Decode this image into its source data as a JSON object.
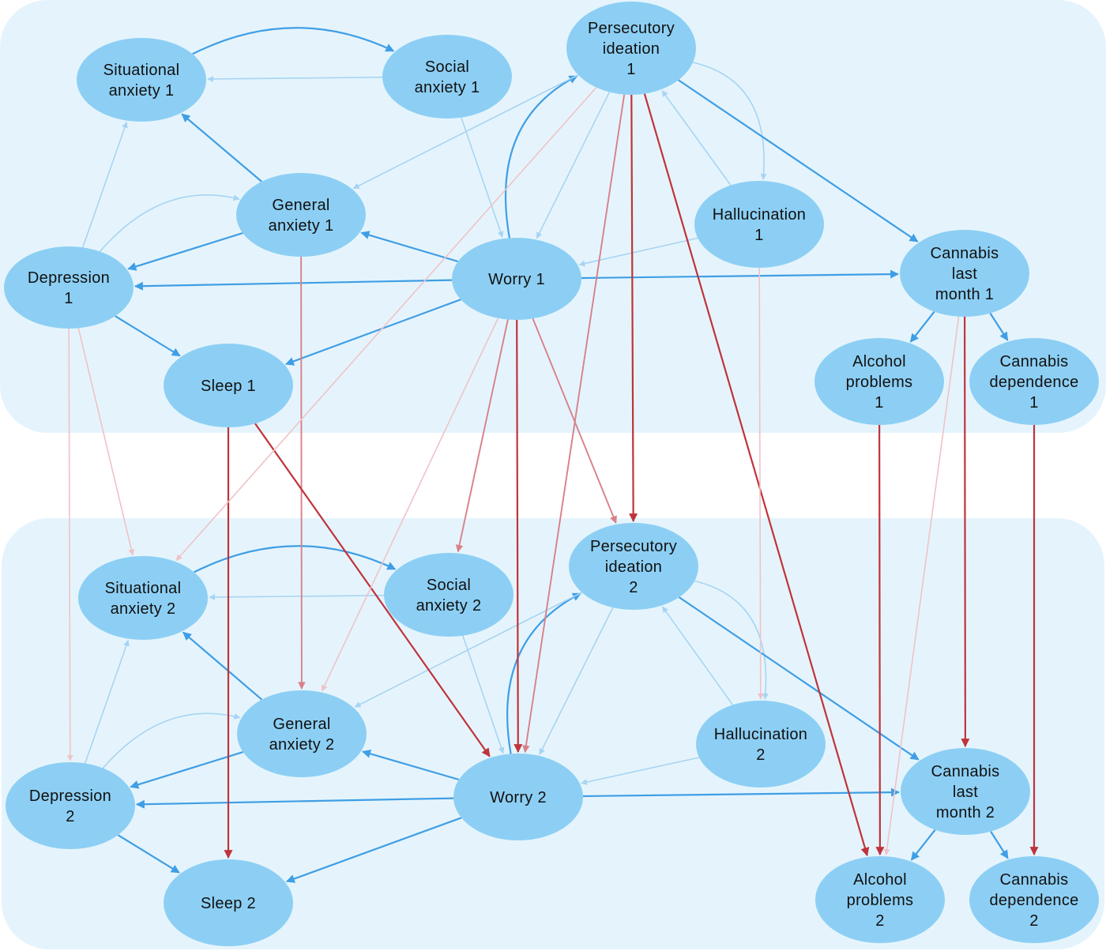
{
  "colors": {
    "panel": "#e5f4fc",
    "node": "#8dcff4",
    "text": "#111111",
    "edge_blue_strong": "#3f9ee5",
    "edge_blue_light": "#a8d4f3",
    "edge_red_strong": "#c0333a",
    "edge_red_medium": "#d98088",
    "edge_red_light": "#eec3c7"
  },
  "panels": [
    {
      "id": "time1"
    },
    {
      "id": "time2"
    }
  ],
  "nodes": [
    {
      "id": "sit1",
      "label": [
        "Situational",
        "anxiety 1"
      ]
    },
    {
      "id": "soc1",
      "label": [
        "Social",
        "anxiety 1"
      ]
    },
    {
      "id": "per1",
      "label": [
        "Persecutory",
        "ideation",
        "1"
      ]
    },
    {
      "id": "gen1",
      "label": [
        "General",
        "anxiety 1"
      ]
    },
    {
      "id": "hal1",
      "label": [
        "Hallucination",
        "1"
      ]
    },
    {
      "id": "can1",
      "label": [
        "Cannabis",
        "last",
        "month 1"
      ]
    },
    {
      "id": "dep1",
      "label": [
        "Depression",
        "1"
      ]
    },
    {
      "id": "wor1",
      "label": [
        "Worry 1"
      ]
    },
    {
      "id": "slp1",
      "label": [
        "Sleep 1"
      ]
    },
    {
      "id": "alc1",
      "label": [
        "Alcohol",
        "problems",
        "1"
      ]
    },
    {
      "id": "cdp1",
      "label": [
        "Cannabis",
        "dependence",
        "1"
      ]
    },
    {
      "id": "sit2",
      "label": [
        "Situational",
        "anxiety 2"
      ]
    },
    {
      "id": "soc2",
      "label": [
        "Social",
        "anxiety 2"
      ]
    },
    {
      "id": "per2",
      "label": [
        "Persecutory",
        "ideation",
        "2"
      ]
    },
    {
      "id": "gen2",
      "label": [
        "General",
        "anxiety 2"
      ]
    },
    {
      "id": "hal2",
      "label": [
        "Hallucination",
        "2"
      ]
    },
    {
      "id": "can2",
      "label": [
        "Cannabis",
        "last",
        "month 2"
      ]
    },
    {
      "id": "dep2",
      "label": [
        "Depression",
        "2"
      ]
    },
    {
      "id": "wor2",
      "label": [
        "Worry 2"
      ]
    },
    {
      "id": "slp2",
      "label": [
        "Sleep 2"
      ]
    },
    {
      "id": "alc2",
      "label": [
        "Alcohol",
        "problems",
        "2"
      ]
    },
    {
      "id": "cdp2",
      "label": [
        "Cannabis",
        "dependence",
        "2"
      ]
    }
  ],
  "edges": [
    {
      "from": "sit1",
      "to": "soc1",
      "color": "blue",
      "strength": "strong",
      "curve": "up"
    },
    {
      "from": "soc1",
      "to": "sit1",
      "color": "blue",
      "strength": "light"
    },
    {
      "from": "gen1",
      "to": "sit1",
      "color": "blue",
      "strength": "strong"
    },
    {
      "from": "dep1",
      "to": "sit1",
      "color": "blue",
      "strength": "light"
    },
    {
      "from": "dep1",
      "to": "gen1",
      "color": "blue",
      "strength": "light",
      "curve": "up"
    },
    {
      "from": "gen1",
      "to": "dep1",
      "color": "blue",
      "strength": "strong"
    },
    {
      "from": "wor1",
      "to": "gen1",
      "color": "blue",
      "strength": "strong"
    },
    {
      "from": "wor1",
      "to": "dep1",
      "color": "blue",
      "strength": "strong"
    },
    {
      "from": "dep1",
      "to": "slp1",
      "color": "blue",
      "strength": "strong"
    },
    {
      "from": "wor1",
      "to": "slp1",
      "color": "blue",
      "strength": "strong"
    },
    {
      "from": "soc1",
      "to": "wor1",
      "color": "blue",
      "strength": "light"
    },
    {
      "from": "wor1",
      "to": "per1",
      "color": "blue",
      "strength": "strong",
      "curve": "left"
    },
    {
      "from": "per1",
      "to": "wor1",
      "color": "blue",
      "strength": "light"
    },
    {
      "from": "per1",
      "to": "gen1",
      "color": "blue",
      "strength": "light"
    },
    {
      "from": "per1",
      "to": "hal1",
      "color": "blue",
      "strength": "light",
      "curve": "right"
    },
    {
      "from": "hal1",
      "to": "per1",
      "color": "blue",
      "strength": "light"
    },
    {
      "from": "hal1",
      "to": "wor1",
      "color": "blue",
      "strength": "light"
    },
    {
      "from": "per1",
      "to": "can1",
      "color": "blue",
      "strength": "strong"
    },
    {
      "from": "wor1",
      "to": "can1",
      "color": "blue",
      "strength": "strong"
    },
    {
      "from": "can1",
      "to": "alc1",
      "color": "blue",
      "strength": "strong"
    },
    {
      "from": "can1",
      "to": "cdp1",
      "color": "blue",
      "strength": "strong"
    },
    {
      "from": "sit2",
      "to": "soc2",
      "color": "blue",
      "strength": "strong",
      "curve": "up"
    },
    {
      "from": "soc2",
      "to": "sit2",
      "color": "blue",
      "strength": "light"
    },
    {
      "from": "gen2",
      "to": "sit2",
      "color": "blue",
      "strength": "strong"
    },
    {
      "from": "dep2",
      "to": "sit2",
      "color": "blue",
      "strength": "light"
    },
    {
      "from": "dep2",
      "to": "gen2",
      "color": "blue",
      "strength": "light",
      "curve": "up"
    },
    {
      "from": "gen2",
      "to": "dep2",
      "color": "blue",
      "strength": "strong"
    },
    {
      "from": "wor2",
      "to": "gen2",
      "color": "blue",
      "strength": "strong"
    },
    {
      "from": "wor2",
      "to": "dep2",
      "color": "blue",
      "strength": "strong"
    },
    {
      "from": "dep2",
      "to": "slp2",
      "color": "blue",
      "strength": "strong"
    },
    {
      "from": "wor2",
      "to": "slp2",
      "color": "blue",
      "strength": "strong"
    },
    {
      "from": "soc2",
      "to": "wor2",
      "color": "blue",
      "strength": "light"
    },
    {
      "from": "wor2",
      "to": "per2",
      "color": "blue",
      "strength": "strong",
      "curve": "left"
    },
    {
      "from": "per2",
      "to": "wor2",
      "color": "blue",
      "strength": "light"
    },
    {
      "from": "per2",
      "to": "gen2",
      "color": "blue",
      "strength": "light"
    },
    {
      "from": "per2",
      "to": "hal2",
      "color": "blue",
      "strength": "light",
      "curve": "right"
    },
    {
      "from": "hal2",
      "to": "per2",
      "color": "blue",
      "strength": "light"
    },
    {
      "from": "hal2",
      "to": "wor2",
      "color": "blue",
      "strength": "light"
    },
    {
      "from": "per2",
      "to": "can2",
      "color": "blue",
      "strength": "strong"
    },
    {
      "from": "wor2",
      "to": "can2",
      "color": "blue",
      "strength": "strong"
    },
    {
      "from": "can2",
      "to": "alc2",
      "color": "blue",
      "strength": "strong"
    },
    {
      "from": "can2",
      "to": "cdp2",
      "color": "blue",
      "strength": "strong"
    },
    {
      "from": "dep1",
      "to": "dep2",
      "color": "red",
      "strength": "light"
    },
    {
      "from": "dep1",
      "to": "sit2",
      "color": "red",
      "strength": "light"
    },
    {
      "from": "gen1",
      "to": "gen2",
      "color": "red",
      "strength": "medium"
    },
    {
      "from": "slp1",
      "to": "slp2",
      "color": "red",
      "strength": "strong"
    },
    {
      "from": "slp1",
      "to": "wor2",
      "color": "red",
      "strength": "strong"
    },
    {
      "from": "per1",
      "to": "sit2",
      "color": "red",
      "strength": "light"
    },
    {
      "from": "wor1",
      "to": "gen2",
      "color": "red",
      "strength": "light"
    },
    {
      "from": "wor1",
      "to": "soc2",
      "color": "red",
      "strength": "medium"
    },
    {
      "from": "wor1",
      "to": "wor2",
      "color": "red",
      "strength": "strong"
    },
    {
      "from": "wor1",
      "to": "per2",
      "color": "red",
      "strength": "medium"
    },
    {
      "from": "per1",
      "to": "wor2",
      "color": "red",
      "strength": "medium"
    },
    {
      "from": "per1",
      "to": "per2",
      "color": "red",
      "strength": "strong"
    },
    {
      "from": "per1",
      "to": "alc2",
      "color": "red",
      "strength": "strong"
    },
    {
      "from": "hal1",
      "to": "hal2",
      "color": "red",
      "strength": "light"
    },
    {
      "from": "can1",
      "to": "can2",
      "color": "red",
      "strength": "strong"
    },
    {
      "from": "can1",
      "to": "alc2",
      "color": "red",
      "strength": "light"
    },
    {
      "from": "alc1",
      "to": "alc2",
      "color": "red",
      "strength": "strong"
    },
    {
      "from": "cdp1",
      "to": "cdp2",
      "color": "red",
      "strength": "strong"
    }
  ]
}
